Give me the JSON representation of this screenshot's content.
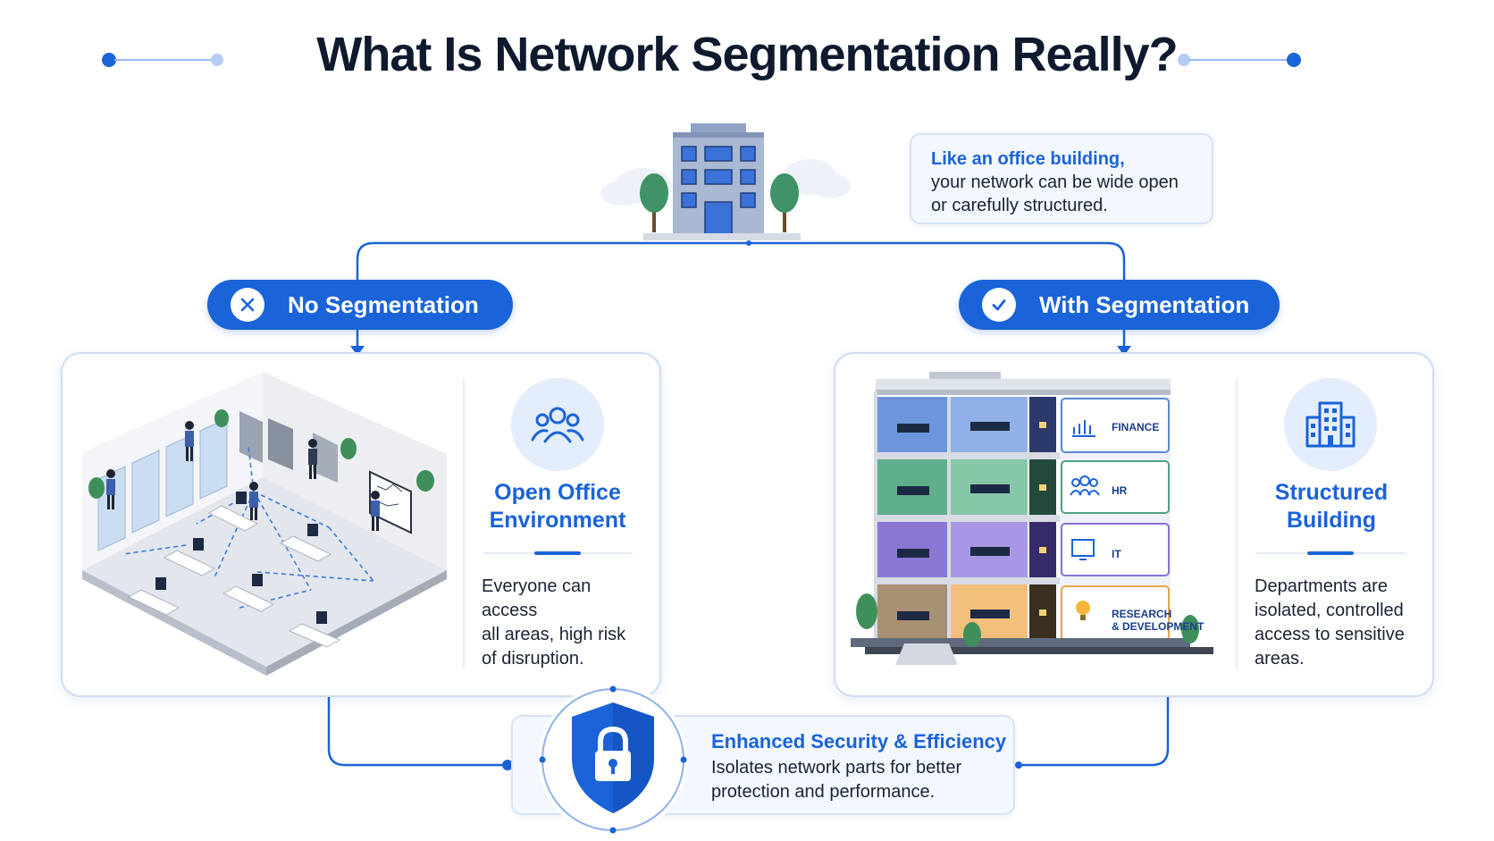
{
  "title": "What Is Network Segmentation Really?",
  "callout": {
    "highlight": "Like an office building,",
    "lines": [
      "your network can be wide open",
      "or carefully structured."
    ]
  },
  "left": {
    "pill_label": "No Segmentation",
    "pill_icon": "x-icon",
    "panel_title": [
      "Open Office",
      "Environment"
    ],
    "panel_icon": "people-icon",
    "description": [
      "Everyone can access",
      "all areas, high risk",
      "of disruption."
    ]
  },
  "right": {
    "pill_label": "With Segmentation",
    "pill_icon": "check-icon",
    "panel_title": [
      "Structured",
      "Building"
    ],
    "panel_icon": "building-icon",
    "description": [
      "Departments are",
      "isolated, controlled",
      "access to sensitive",
      "areas."
    ],
    "departments": [
      {
        "label": "FINANCE",
        "color": "#5a87d8",
        "icon": "chart-icon"
      },
      {
        "label": "HR",
        "color": "#4fa37f",
        "icon": "people-icon"
      },
      {
        "label": "IT",
        "color": "#8670d4",
        "icon": "monitor-icon"
      },
      {
        "label": "RESEARCH",
        "label2": "& DEVELOPMENT",
        "color": "#eaa54a",
        "icon": "lightbulb-icon"
      }
    ]
  },
  "bottom": {
    "highlight": "Enhanced Security & Efficiency",
    "lines": [
      "Isolates network parts for better",
      "protection and performance."
    ],
    "icon": "shield-lock-icon"
  },
  "colors": {
    "accent": "#1a63d8",
    "panel_border": "#cfdcf3",
    "card_bg": "#f3f7fe"
  }
}
